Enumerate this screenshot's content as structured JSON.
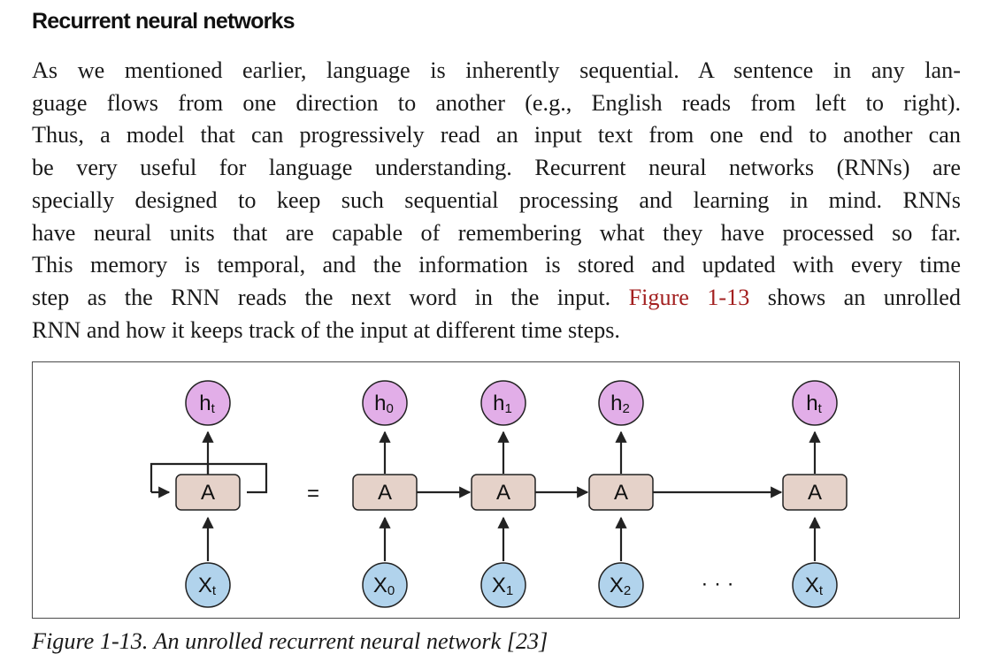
{
  "heading": "Recurrent neural networks",
  "paragraph": {
    "lines": [
      "As we mentioned earlier, language is inherently sequential. A sentence in any lan-",
      "guage flows from one direction to another (e.g., English reads from left to right).",
      "Thus, a model that can progressively read an input text from one end to another can",
      "be very useful for language understanding. Recurrent neural networks (RNNs) are",
      "specially designed to keep such sequential processing and learning in mind. RNNs",
      "have neural units that are capable of remembering what they have processed so far.",
      "This memory is temporal, and the information is stored and updated with every time"
    ],
    "line8_before": "step as the RNN reads the next word in the input.",
    "figure_link": "Figure 1-13",
    "line8_after": "shows an unrolled",
    "last_line": "RNN and how it keeps track of the input at different time steps."
  },
  "figure": {
    "rolled": {
      "cell": "A",
      "output": {
        "base": "h",
        "sub": "t"
      },
      "input": {
        "base": "X",
        "sub": "t"
      }
    },
    "equals": "=",
    "unrolled": [
      {
        "cell": "A",
        "output": {
          "base": "h",
          "sub": "0"
        },
        "input": {
          "base": "X",
          "sub": "0"
        }
      },
      {
        "cell": "A",
        "output": {
          "base": "h",
          "sub": "1"
        },
        "input": {
          "base": "X",
          "sub": "1"
        }
      },
      {
        "cell": "A",
        "output": {
          "base": "h",
          "sub": "2"
        },
        "input": {
          "base": "X",
          "sub": "2"
        }
      },
      {
        "cell": "A",
        "output": {
          "base": "h",
          "sub": "t"
        },
        "input": {
          "base": "X",
          "sub": "t"
        }
      }
    ],
    "ellipsis": "· · ·",
    "colors": {
      "output_node": "#e2aee8",
      "input_node": "#b1d3ec",
      "cell": "#e5d2c9",
      "stroke": "#222222",
      "link": "#a32020"
    }
  },
  "caption": "Figure 1-13. An unrolled recurrent neural network [23]"
}
